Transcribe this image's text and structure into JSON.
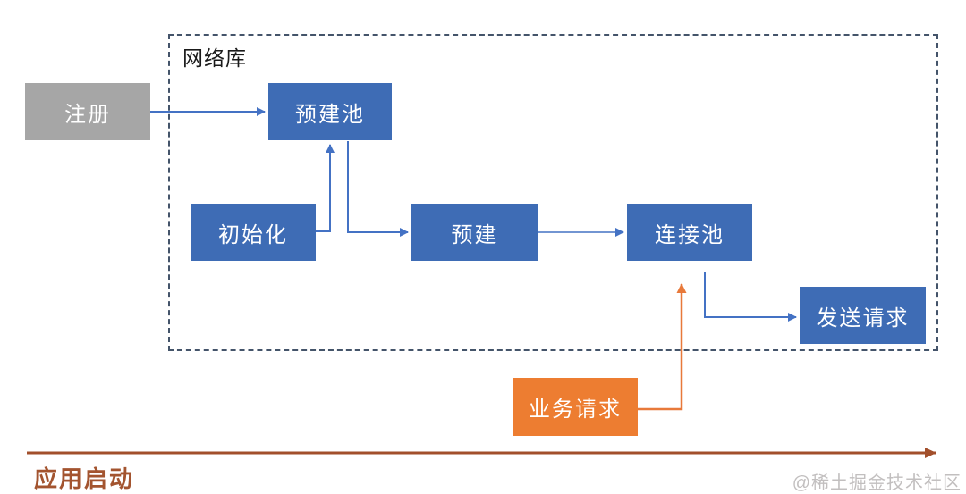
{
  "diagram": {
    "group_label": "网络库",
    "nodes": [
      {
        "id": "register",
        "label": "注册",
        "type": "gray"
      },
      {
        "id": "prebuilt-pool",
        "label": "预建池",
        "type": "blue"
      },
      {
        "id": "initialize",
        "label": "初始化",
        "type": "blue"
      },
      {
        "id": "prebuild",
        "label": "预建",
        "type": "blue"
      },
      {
        "id": "connection-pool",
        "label": "连接池",
        "type": "blue"
      },
      {
        "id": "send-request",
        "label": "发送请求",
        "type": "blue"
      },
      {
        "id": "business-request",
        "label": "业务请求",
        "type": "orange"
      }
    ],
    "edges": [
      {
        "from": "register",
        "to": "prebuilt-pool",
        "color": "blue"
      },
      {
        "from": "initialize",
        "to": "prebuilt-pool",
        "color": "blue"
      },
      {
        "from": "prebuilt-pool",
        "to": "prebuild",
        "color": "blue"
      },
      {
        "from": "prebuild",
        "to": "connection-pool",
        "color": "blue"
      },
      {
        "from": "connection-pool",
        "to": "send-request",
        "color": "blue"
      },
      {
        "from": "business-request",
        "to": "connection-pool",
        "color": "orange"
      }
    ],
    "timeline_label": "应用启动",
    "colors": {
      "node_blue": "#3E6CB5",
      "node_gray": "#A6A6A6",
      "node_orange": "#ED7D31",
      "connector_blue": "#4472C4",
      "connector_orange": "#E8793A",
      "group_border": "#44546A",
      "timeline_line": "#A24F2B",
      "timeline_text": "#A3542F"
    }
  },
  "watermark": "@稀土掘金技术社区"
}
